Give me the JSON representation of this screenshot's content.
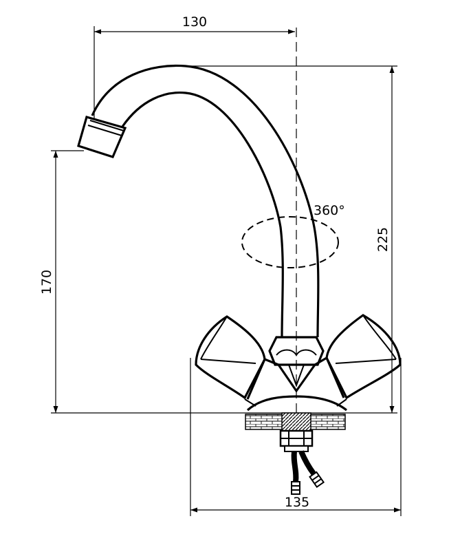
{
  "drawing": {
    "type": "technical drawing",
    "subject": "mixer tap",
    "dimensions": {
      "spout_reach": "130",
      "total_height": "225",
      "spout_height": "170",
      "base_width": "135",
      "rotation": "360°"
    }
  }
}
